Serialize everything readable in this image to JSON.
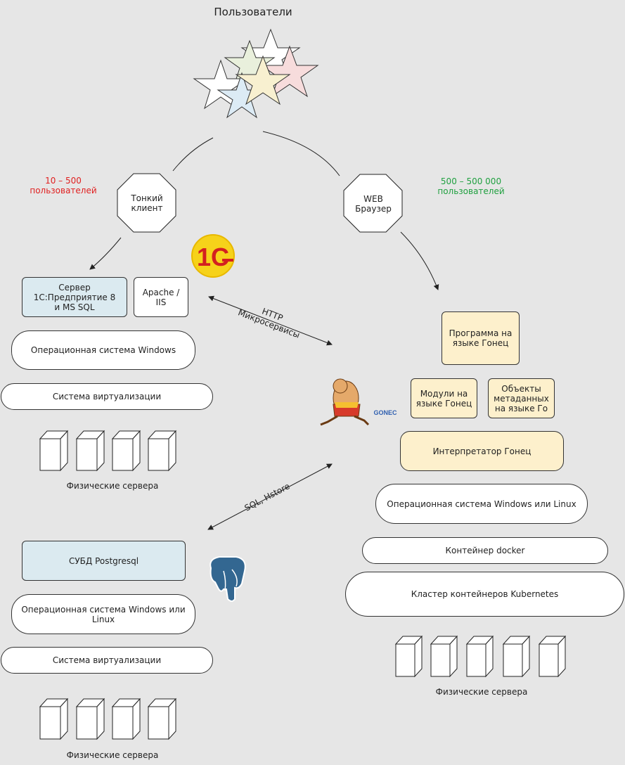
{
  "title": "Пользователи",
  "left_users": "10 – 500\nпользователей",
  "right_users": "500 – 500 000\nпользователей",
  "thin_client": "Тонкий\nклиент",
  "web_browser": "WEB\nБраузер",
  "colors": {
    "red_text": "#e02020",
    "green_text": "#20a040",
    "blue_box": "#dbeaf0",
    "cream_box": "#fdf0cc",
    "background": "#e6e6e6"
  },
  "left": {
    "server_1c": "Сервер\n1С:Предприятие 8\nи MS SQL",
    "apache": "Apache /\nIIS",
    "os_windows": "Операционная система Windows",
    "virtualization": "Система виртуализации",
    "physical_servers": "Физические сервера",
    "dbms": "СУБД Postgresql",
    "os_windows_linux": "Операционная система Windows или\nLinux",
    "virtualization2": "Система виртуализации",
    "physical_servers2": "Физические сервера"
  },
  "links": {
    "http": "HTTP\nМикросервисы",
    "sql": "SQL, Hstore"
  },
  "right": {
    "program": "Программа на\nязыке Гонец",
    "modules": "Модули на\nязыке Гонец",
    "metadata": "Объекты\nметаданных\nна языке Го",
    "interpreter": "Интерпретатор Гонец",
    "os": "Операционная система Windows или Linux",
    "docker": "Контейнер docker",
    "kubernetes": "Кластер контейнеров Kubernetes",
    "physical_servers": "Физические сервера"
  },
  "logos": {
    "onec_logo": "1С",
    "gonec_mascot": "GONEC"
  }
}
